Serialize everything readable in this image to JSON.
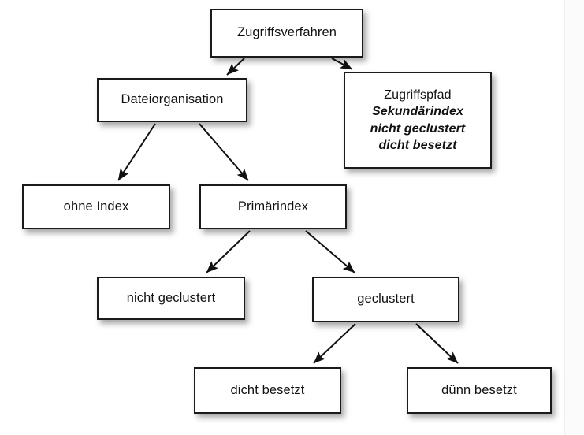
{
  "diagram": {
    "kind": "tree",
    "orientation": "top-down",
    "stroke_color": "#1a1a1a",
    "node_fill": "#ffffff",
    "background": "#ffffff",
    "nodes": [
      {
        "id": "root",
        "label": "Zugriffsverfahren",
        "level": 0
      },
      {
        "id": "fileorg",
        "label": "Dateiorganisation",
        "level": 1
      },
      {
        "id": "accesspath",
        "level": 1,
        "lines": [
          {
            "text": "Zugriffspfad",
            "style": "plain"
          },
          {
            "text": "Sekundärindex",
            "style": "italic"
          },
          {
            "text": "nicht geclustert",
            "style": "italic"
          },
          {
            "text": "dicht besetzt",
            "style": "italic"
          }
        ]
      },
      {
        "id": "noindex",
        "label": "ohne Index",
        "level": 2
      },
      {
        "id": "primary",
        "label": "Primärindex",
        "level": 2
      },
      {
        "id": "nonclust",
        "label": "nicht geclustert",
        "level": 3
      },
      {
        "id": "clustered",
        "label": "geclustert",
        "level": 3
      },
      {
        "id": "dense",
        "label": "dicht besetzt",
        "level": 4
      },
      {
        "id": "sparse",
        "label": "dünn besetzt",
        "level": 4
      }
    ],
    "edges": [
      {
        "from": "root",
        "to": "fileorg"
      },
      {
        "from": "root",
        "to": "accesspath"
      },
      {
        "from": "fileorg",
        "to": "noindex"
      },
      {
        "from": "fileorg",
        "to": "primary"
      },
      {
        "from": "primary",
        "to": "nonclust"
      },
      {
        "from": "primary",
        "to": "clustered"
      },
      {
        "from": "clustered",
        "to": "dense"
      },
      {
        "from": "clustered",
        "to": "sparse"
      }
    ]
  }
}
